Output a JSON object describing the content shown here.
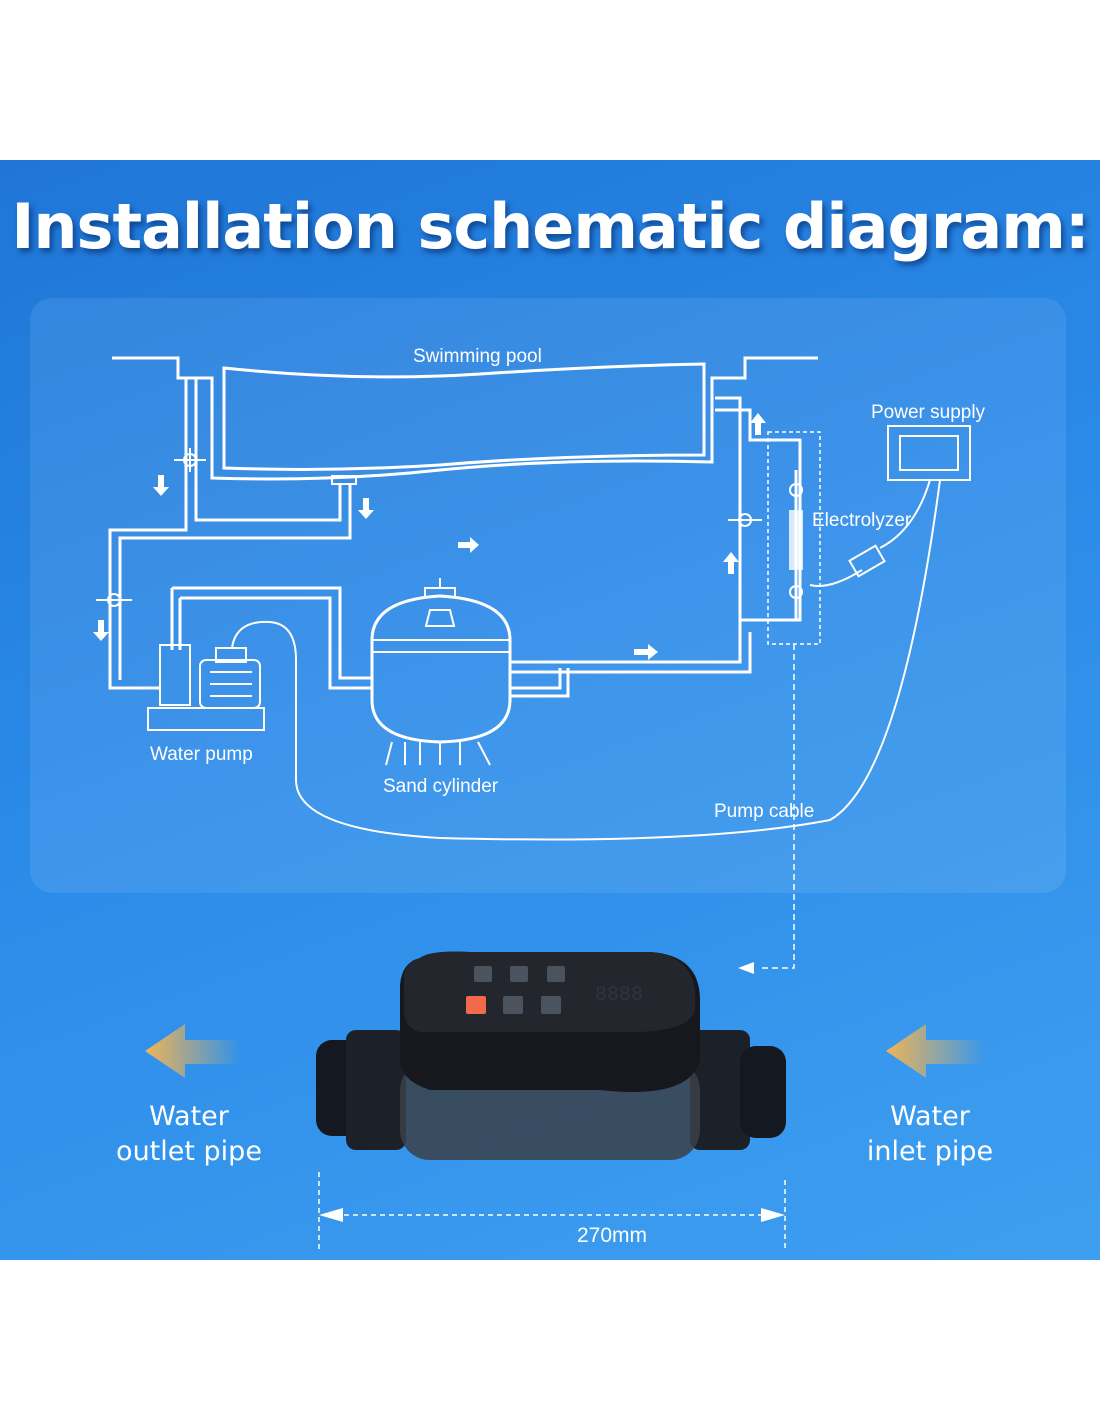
{
  "title": "Installation schematic diagram:",
  "labels": {
    "pool": "Swimming pool",
    "power_supply": "Power supply",
    "electrolyzer": "Electrolyzer",
    "water_pump": "Water pump",
    "sand_cylinder": "Sand cylinder",
    "pump_cable": "Pump cable"
  },
  "device": {
    "outlet_line1": "Water",
    "outlet_line2": "outlet pipe",
    "inlet_line1": "Water",
    "inlet_line2": "inlet pipe",
    "dimension": "270mm",
    "display": "8888"
  },
  "colors": {
    "background": "#2a8ae8",
    "accent_button": "#f26a4b",
    "arrow": "#f0b456"
  }
}
